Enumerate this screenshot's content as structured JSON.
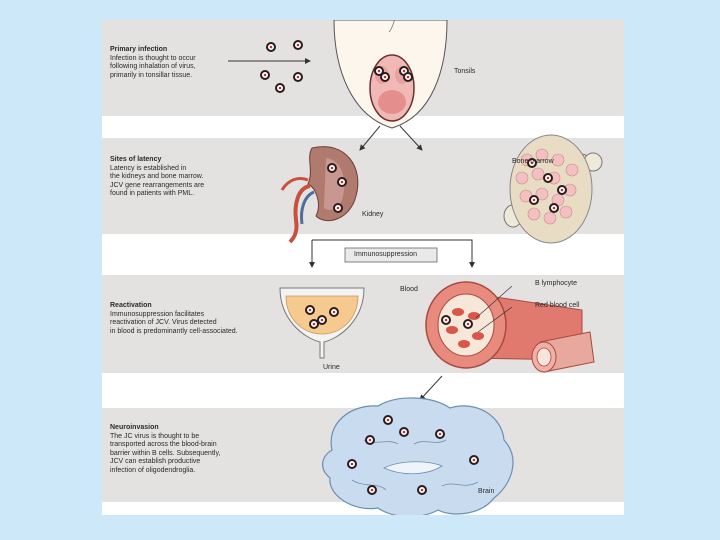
{
  "sections": [
    {
      "heading": "Primary infection",
      "lines": [
        "Infection is thought to occur",
        "following inhalation of virus,",
        "primarily in tonsillar tissue."
      ]
    },
    {
      "heading": "Sites of latency",
      "lines": [
        "Latency is established in",
        "the kidneys and bone marrow.",
        "JCV gene rearrangements are",
        "found in patients with PML."
      ]
    },
    {
      "heading": "Reactivation",
      "lines": [
        "Immunosuppression facilitates",
        "reactivation of JCV. Virus detected",
        "in blood is predominantly cell-associated."
      ]
    },
    {
      "heading": "Neuroinvasion",
      "lines": [
        "The JC virus is thought to be",
        "transported across the blood-brain",
        "barrier within B cells. Subsequently,",
        "JCV can establish productive",
        "infection of oligodendroglia."
      ]
    }
  ],
  "labels": {
    "tonsils": "Tonsils",
    "kidney": "Kidney",
    "bone_marrow": "Bone marrow",
    "immunosuppression": "Immunosuppression",
    "blood": "Blood",
    "b_lymphocyte": "B lymphocyte",
    "red_blood_cell": "Red blood cell",
    "urine": "Urine",
    "brain": "Brain"
  },
  "colors": {
    "background": "#cde8f8",
    "band": "#e4e1e1",
    "skin": "#fdf6ec",
    "kidney": "#b07a6e",
    "vessel_red": "#c9503f",
    "vessel_blue": "#4a6f9a",
    "marrow": "#efe6d2",
    "urine": "#f6c98e",
    "brain": "#c9dcef"
  }
}
